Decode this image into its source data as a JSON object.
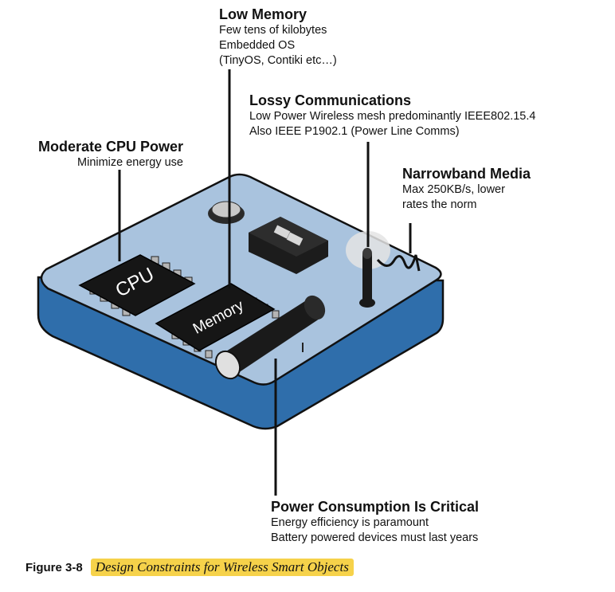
{
  "labels": {
    "low_memory": {
      "title": "Low Memory",
      "lines": [
        "Few tens of kilobytes",
        "Embedded OS",
        "(TinyOS, Contiki etc…)"
      ]
    },
    "lossy_comms": {
      "title": "Lossy Communications",
      "lines": [
        "Low Power Wireless mesh predominantly IEEE802.15.4",
        "Also IEEE P1902.1 (Power Line Comms)"
      ]
    },
    "cpu": {
      "title": "Moderate CPU Power",
      "lines": [
        "Minimize energy use"
      ]
    },
    "narrowband": {
      "title": "Narrowband Media",
      "lines": [
        "Max 250KB/s, lower",
        "rates the norm"
      ]
    },
    "power": {
      "title": "Power Consumption Is Critical",
      "lines": [
        "Energy efficiency is paramount",
        "Battery powered devices must last years"
      ]
    }
  },
  "chip_labels": {
    "cpu": "CPU",
    "memory": "Memory"
  },
  "caption": {
    "number": "Figure 3-8",
    "title": "Design Constraints for Wireless Smart Objects"
  },
  "colors": {
    "board_top": "#a9c3de",
    "board_side": "#2f6eab",
    "caption_highlight": "#f6d24a"
  }
}
